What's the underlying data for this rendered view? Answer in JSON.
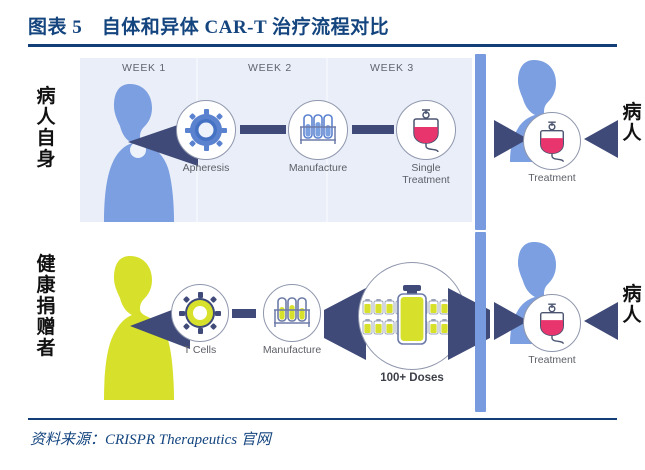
{
  "title": "图表 5　自体和异体 CAR-T 治疗流程对比",
  "source": "资料来源：CRISPR Therapeutics 官网",
  "colors": {
    "title_navy": "#14457f",
    "panel_bg": "#e9eef8",
    "divider_blue": "#789ade",
    "patient_blue": "#7b9fe0",
    "donor_yellow": "#d7e02a",
    "funnel_navy": "#3f4a78",
    "iv_pink": "#e8356d"
  },
  "top_row": {
    "side_label": [
      "病",
      "人",
      "自",
      "身"
    ],
    "weeks": [
      "WEEK 1",
      "WEEK 2",
      "WEEK 3"
    ],
    "nodes": [
      {
        "label": "Apheresis",
        "icon": "cell-gear-icon"
      },
      {
        "label": "Manufacture",
        "icon": "test-tube-rack-icon"
      },
      {
        "label": "Single\nTreatment",
        "label_line1": "Single",
        "label_line2": "Treatment",
        "icon": "iv-bag-icon"
      }
    ],
    "treatment": {
      "label": "Treatment",
      "icon": "iv-bag-icon"
    },
    "right_label": [
      "病",
      "人"
    ]
  },
  "bottom_row": {
    "side_label": [
      "健",
      "康",
      "捐",
      "赠",
      "者"
    ],
    "nodes": [
      {
        "label": "T Cells",
        "icon": "cell-gear-icon"
      },
      {
        "label": "Manufacture",
        "icon": "test-tube-rack-icon"
      },
      {
        "label": "100+ Doses",
        "icon": "dose-vials-icon"
      }
    ],
    "treatment": {
      "label": "Treatment",
      "icon": "iv-bag-icon"
    },
    "right_label": [
      "病",
      "人"
    ]
  }
}
